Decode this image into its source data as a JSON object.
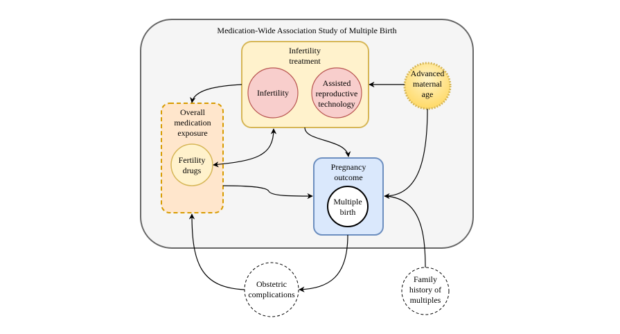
{
  "diagram": {
    "outer_title": "Medication-Wide Association Study of Multiple Birth",
    "nodes": {
      "infertility_treatment": {
        "label": [
          "Infertility",
          "treatment"
        ]
      },
      "infertility": {
        "label": [
          "Infertility"
        ]
      },
      "art": {
        "label": [
          "Assisted",
          "reproductive",
          "technology"
        ]
      },
      "advanced_maternal_age": {
        "label": [
          "Advanced",
          "maternal",
          "age"
        ]
      },
      "overall_medication_exposure": {
        "label": [
          "Overall",
          "medication",
          "exposure"
        ]
      },
      "fertility_drugs": {
        "label": [
          "Fertility",
          "drugs"
        ]
      },
      "pregnancy_outcome": {
        "label": [
          "Pregnancy",
          "outcome"
        ]
      },
      "multiple_birth": {
        "label": [
          "Multiple",
          "birth"
        ]
      },
      "obstetric_complications": {
        "label": [
          "Obstetric",
          "complications"
        ]
      },
      "family_history": {
        "label": [
          "Family",
          "history of",
          "multiples"
        ]
      }
    },
    "edges": [
      {
        "from": "Infertility treatment",
        "to": "Overall medication exposure"
      },
      {
        "from": "Advanced maternal age",
        "to": "Infertility treatment"
      },
      {
        "from": "Fertility drugs",
        "to": "Infertility treatment",
        "bidirectional": true
      },
      {
        "from": "Infertility treatment",
        "to": "Pregnancy outcome"
      },
      {
        "from": "Overall medication exposure",
        "to": "Pregnancy outcome"
      },
      {
        "from": "Advanced maternal age",
        "to": "Pregnancy outcome"
      },
      {
        "from": "Family history of multiples",
        "to": "Pregnancy outcome"
      },
      {
        "from": "Pregnancy outcome",
        "to": "Obstetric complications"
      },
      {
        "from": "Obstetric complications",
        "to": "Overall medication exposure"
      }
    ],
    "colors": {
      "outer_fill": "#f5f5f5",
      "outer_stroke": "#666666",
      "treatment_fill": "#fff2cc",
      "treatment_stroke": "#d6b656",
      "circle_pink_fill": "#f8cecc",
      "circle_pink_stroke": "#b85450",
      "exposure_fill": "#ffe6cc",
      "exposure_stroke": "#d79b00",
      "outcome_fill": "#dae8fc",
      "outcome_stroke": "#6c8ebf",
      "age_fill": "#ffd966",
      "age_stroke": "#d6b656"
    }
  }
}
